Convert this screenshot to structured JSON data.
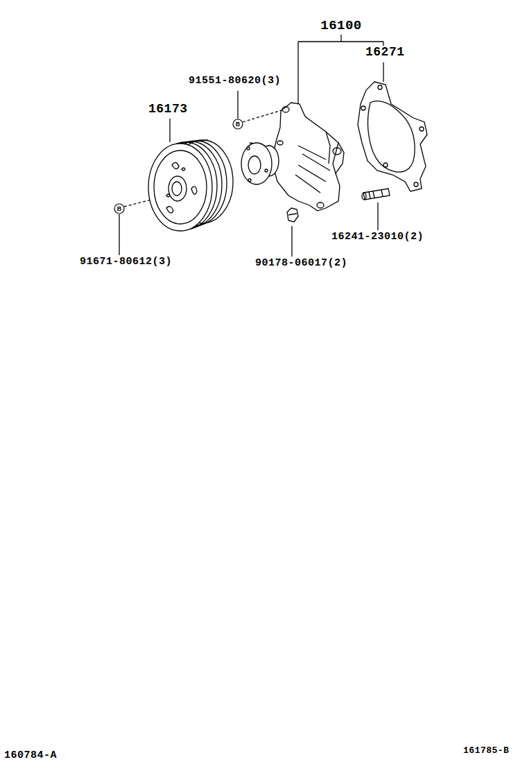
{
  "diagram": {
    "nodes": [
      {
        "text": [
          "B"
        ]
      },
      {
        "text": [
          "B"
        ]
      }
    ],
    "labels": [
      "16100",
      "16271",
      "91551-80620(3)",
      "16173",
      "91671-80612(3)",
      "90178-06017(2)",
      "16241-23010(2)",
      "160784-A",
      "161785-B"
    ]
  }
}
